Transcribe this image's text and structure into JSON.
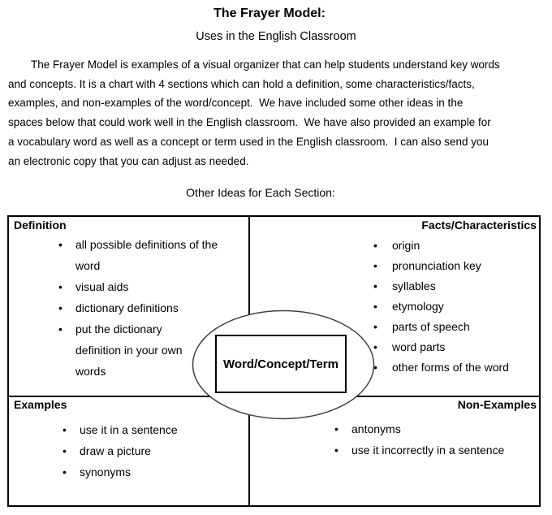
{
  "page": {
    "title": "The Frayer Model:",
    "subtitle": "Uses in the English Classroom",
    "section_heading": "Other Ideas for Each Section:"
  },
  "intro": {
    "lines": [
      "The Frayer Model is examples of a visual organizer that can help students understand key words",
      "and concepts. It is a chart with 4 sections which can hold a definition, some characteristics/facts,",
      "examples, and non-examples of the word/concept.  We have included some other ideas in the",
      "spaces below that could work well in the English classroom.  We have also provided an example for",
      "a vocabulary word as well as a concept or term used in the English classroom.  I can also send you",
      "an electronic copy that you can adjust as needed."
    ]
  },
  "diagram": {
    "center_label": "Word/Concept/Term",
    "quadrants": {
      "definition": {
        "label": "Definition",
        "items": [
          {
            "lines": [
              "all possible definitions of the",
              "word"
            ]
          },
          {
            "lines": [
              "visual aids"
            ]
          },
          {
            "lines": [
              "dictionary definitions"
            ]
          },
          {
            "lines": [
              "put the dictionary",
              "definition in your own",
              "words"
            ]
          }
        ]
      },
      "facts": {
        "label": "Facts/Characteristics",
        "items": [
          {
            "lines": [
              "origin"
            ]
          },
          {
            "lines": [
              "pronunciation key"
            ]
          },
          {
            "lines": [
              "syllables"
            ]
          },
          {
            "lines": [
              "etymology"
            ]
          },
          {
            "lines": [
              "parts of speech"
            ]
          },
          {
            "lines": [
              "word parts"
            ]
          },
          {
            "lines": [
              "other forms of the word"
            ]
          }
        ]
      },
      "examples": {
        "label": "Examples",
        "items": [
          {
            "lines": [
              "use it in a sentence"
            ]
          },
          {
            "lines": [
              "draw a picture"
            ]
          },
          {
            "lines": [
              "synonyms"
            ]
          }
        ]
      },
      "non_examples": {
        "label": "Non-Examples",
        "items": [
          {
            "lines": [
              "antonyms"
            ]
          },
          {
            "lines": [
              "use it incorrectly in a sentence"
            ]
          }
        ]
      }
    }
  },
  "colors": {
    "text": "#000000",
    "border": "#000000",
    "background": "#ffffff",
    "ellipse_stroke": "#404040"
  }
}
